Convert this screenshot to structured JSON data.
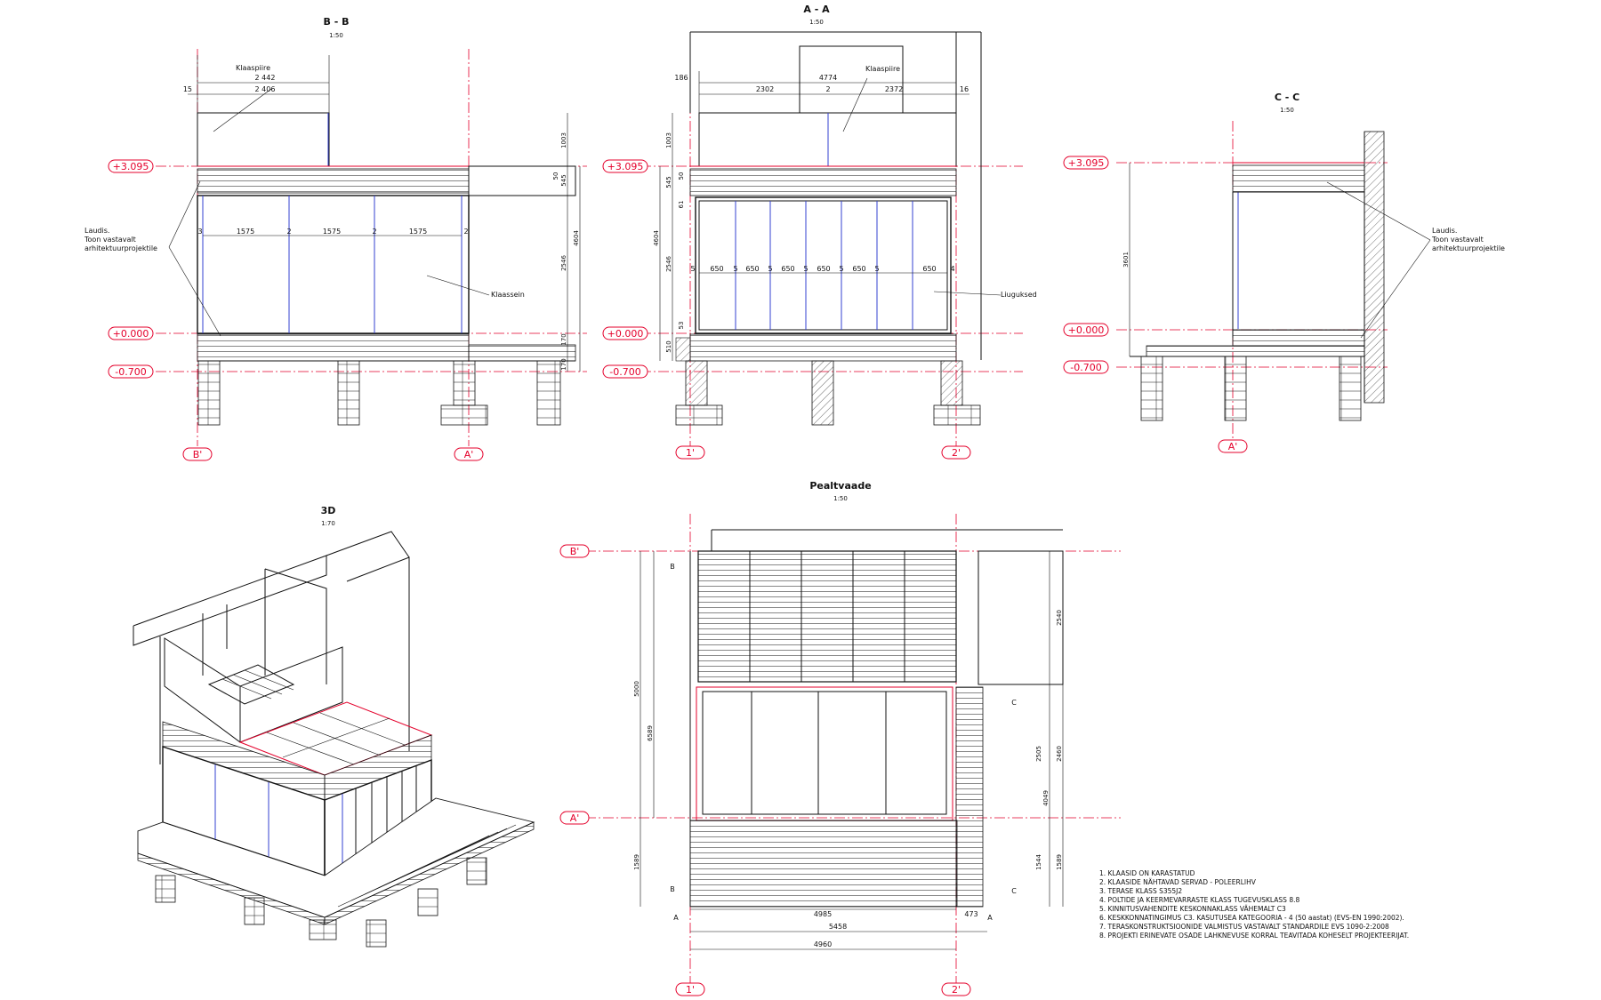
{
  "views": {
    "bb": {
      "title": "B - B",
      "scale": "1:50"
    },
    "aa": {
      "title": "A - A",
      "scale": "1:50"
    },
    "cc": {
      "title": "C - C",
      "scale": "1:50"
    },
    "iso": {
      "title": "3D",
      "scale": "1:70"
    },
    "plan": {
      "title": "Pealtvaade",
      "scale": "1:50"
    }
  },
  "levels": {
    "top": "+3.095",
    "zero": "+0.000",
    "ground": "-0.700"
  },
  "axes": {
    "a": "A'",
    "b": "B'",
    "one": "1'",
    "two": "2'"
  },
  "section_marks": {
    "a": "A",
    "b": "B",
    "c": "C"
  },
  "bb": {
    "label_railing": "Klaaspiire",
    "dim_total": "2 442",
    "dim_inner": "2 406",
    "dim_left": "15",
    "label_board_1": "Laudis.",
    "label_board_2": "Toon vastavalt",
    "label_board_3": "arhitektuurprojektile",
    "label_glass_wall": "Klaassein",
    "panel_dims": [
      "3",
      "1575",
      "2",
      "1575",
      "2",
      "1575",
      "2"
    ],
    "right_dims": [
      "1003",
      "50",
      "545",
      "2546",
      "4604",
      "170",
      "170"
    ]
  },
  "aa": {
    "label_railing": "Klaaspiire",
    "dim_total": "4774",
    "dims_top": [
      "186",
      "2302",
      "2",
      "2372",
      "16"
    ],
    "label_sliding": "Liuguksed",
    "door_dims": [
      "5",
      "650",
      "5",
      "650",
      "5",
      "650",
      "5",
      "650",
      "5",
      "650",
      "5",
      "650",
      "4"
    ],
    "left_dims": [
      "1003",
      "545",
      "50",
      "61",
      "2546",
      "4604",
      "53",
      "510"
    ]
  },
  "cc": {
    "label_board_1": "Laudis.",
    "label_board_2": "Toon vastavalt",
    "label_board_3": "arhitektuurprojektile",
    "dim_height": "3601"
  },
  "plan": {
    "dims_left": [
      "5000",
      "6589",
      "1589"
    ],
    "dims_right": [
      "2540",
      "2505",
      "2460",
      "4049",
      "1544",
      "1589"
    ],
    "dims_bottom": [
      "4985",
      "473",
      "5458",
      "4960"
    ]
  },
  "notes": [
    "1. KLAASID ON KARASTATUD",
    "2. KLAASIDE NÄHTAVAD SERVAD - POLEERLIHV",
    "3. TERASE KLASS S355J2",
    "4. POLTIDE JA KEERMEVARRASTE KLASS TUGEVUSKLASS 8.8",
    "5. KINNITUSVAHENDITE KESKONNAKLASS VÄHEMALT C3",
    "6. KESKKONNATINGIMUS C3. KASUTUSEA KATEGOORIA - 4 (50 aastat) (EVS-EN 1990:2002).",
    "7. TERASKONSTRUKTSIOONIDE VALMISTUS VASTAVALT STANDARDILE EVS 1090-2:2008",
    "8. PROJEKTI ERINEVATE OSADE LAHKNEVUSE KORRAL TEAVITADA KOHESELT PROJEKTEERIJAT."
  ],
  "colors": {
    "axis": "#e4002b",
    "glass": "#3340d0",
    "line": "#111111"
  }
}
